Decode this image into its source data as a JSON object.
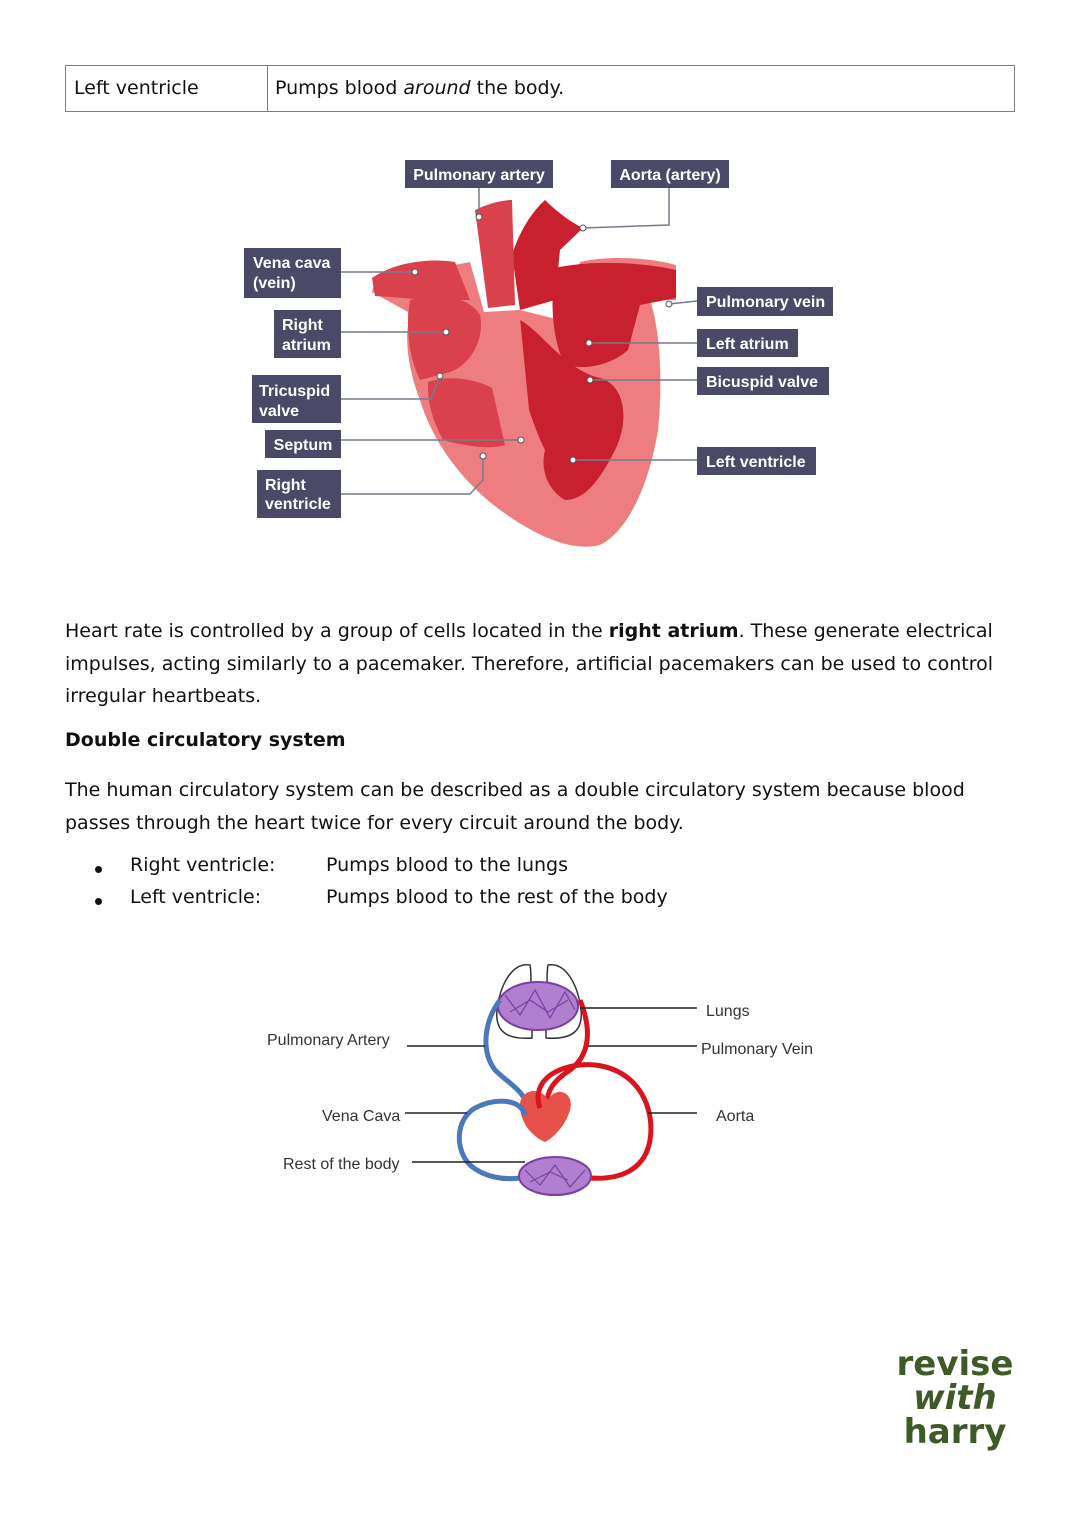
{
  "table_row": {
    "term": "Left ventricle",
    "desc_before": "Pumps blood ",
    "desc_em": "around",
    "desc_after": " the body."
  },
  "heart_diagram": {
    "labels": {
      "pulmonary_artery": "Pulmonary artery",
      "aorta": "Aorta (artery)",
      "vena_cava_1": "Vena cava",
      "vena_cava_2": "(vein)",
      "right_atrium_1": "Right",
      "right_atrium_2": "atrium",
      "tricuspid_1": "Tricuspid",
      "tricuspid_2": "valve",
      "septum": "Septum",
      "right_ventricle_1": "Right",
      "right_ventricle_2": "ventricle",
      "pulmonary_vein": "Pulmonary vein",
      "left_atrium": "Left atrium",
      "bicuspid": "Bicuspid valve",
      "left_ventricle": "Left ventricle"
    },
    "colors": {
      "label_bg": "#4a4a68",
      "heart_dark": "#c8202e",
      "heart_mid": "#d9414d",
      "heart_light": "#ee7d7f"
    }
  },
  "para1": {
    "before": "Heart rate is controlled by a group of cells located in the ",
    "bold": "right atrium",
    "after": ". These generate electrical impulses, acting similarly to a pacemaker. Therefore, artificial pacemakers can be used to control irregular heartbeats."
  },
  "heading": "Double circulatory system",
  "para2": "The human circulatory system can be described as a double circulatory system because blood passes through the heart twice for every circuit around the body.",
  "bullets": [
    {
      "label": "Right ventricle:",
      "text": "Pumps blood to the lungs"
    },
    {
      "label": "Left ventricle:",
      "text": "Pumps blood to the rest of the body"
    }
  ],
  "circ_diagram": {
    "labels": {
      "lungs": "Lungs",
      "pulmonary_artery": "Pulmonary Artery",
      "pulmonary_vein": "Pulmonary Vein",
      "vena_cava": "Vena Cava",
      "aorta": "Aorta",
      "rest_of_body": "Rest of the body"
    },
    "colors": {
      "oxygenated": "#d9141c",
      "deoxygenated": "#4a78b8",
      "capillaries": "#9b59b6"
    }
  },
  "logo": {
    "line1": "revise",
    "line2": "with",
    "line3": "harry",
    "color": "#3d5a27"
  }
}
